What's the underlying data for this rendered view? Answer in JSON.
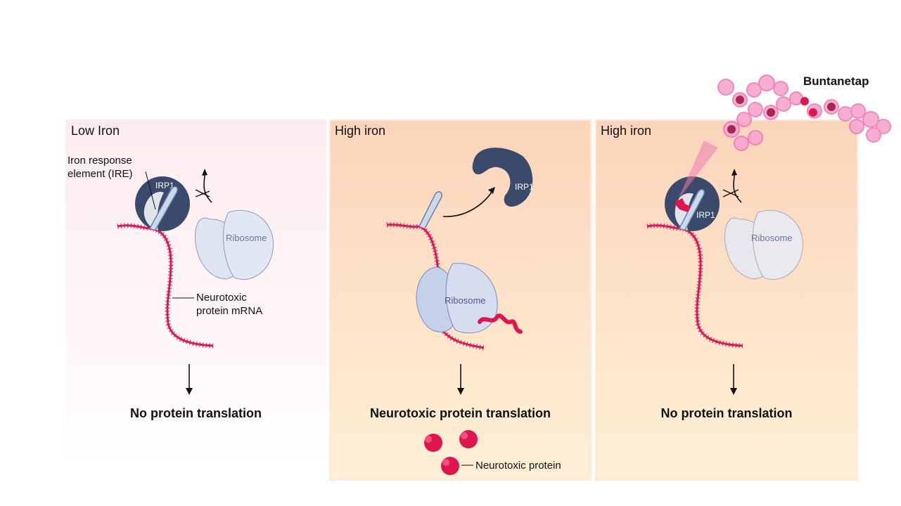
{
  "panels": {
    "low": {
      "title": "Low Iron",
      "result": "No protein translation",
      "ire_label": "Iron response element (IRE)",
      "ire_label_line1": "Iron response",
      "ire_label_line2": "element (IRE)",
      "mrna_label_line1": "Neurotoxic",
      "mrna_label_line2": "protein mRNA",
      "irp1": "IRP1",
      "ribosome": "Ribosome"
    },
    "high": {
      "title": "High iron",
      "result": "Neurotoxic protein translation",
      "irp1": "IRP1",
      "ribosome": "Ribosome",
      "protein_label": "Neurotoxic protein"
    },
    "drug": {
      "title": "High iron",
      "result": "No protein translation",
      "irp1": "IRP1",
      "ribosome": "Ribosome"
    }
  },
  "drug": {
    "name": "Buntanetap"
  },
  "colors": {
    "irp1": "#3b4a6b",
    "mrna": "#d8195a",
    "ribosome": "#c9d3ea",
    "drug": "#f07bb5",
    "protein": "#e0154f"
  }
}
